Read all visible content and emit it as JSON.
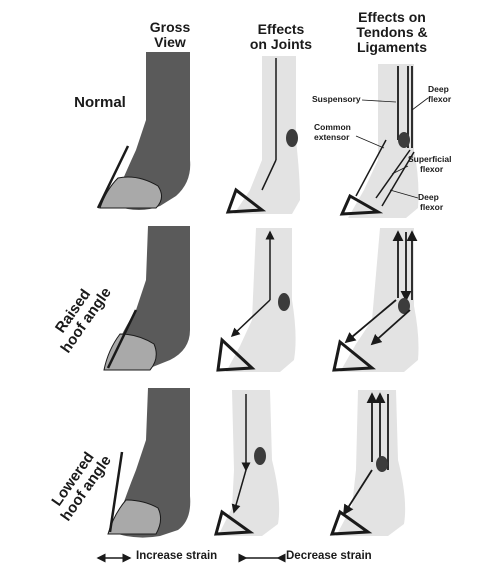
{
  "headers": {
    "gross_view": [
      "Gross",
      "View"
    ],
    "joints": [
      "Effects",
      "on Joints"
    ],
    "tendons": [
      "Effects on",
      "Tendons &",
      "Ligaments"
    ]
  },
  "rows": {
    "normal": "Normal",
    "raised": [
      "Raised",
      "hoof angle"
    ],
    "lowered": [
      "Lowered",
      "hoof angle"
    ]
  },
  "structure_labels": {
    "suspensory": "Suspensory",
    "deep_flexor_top": [
      "Deep",
      "flexor"
    ],
    "common_extensor": [
      "Common",
      "extensor"
    ],
    "superficial_flexor": [
      "Superficial",
      "flexor"
    ],
    "deep_flexor_bottom": [
      "Deep",
      "flexor"
    ]
  },
  "legend": {
    "increase": "Increase strain",
    "decrease": "Decrease strain"
  },
  "colors": {
    "leg_fill": "#5a5a5a",
    "hoof_fill": "#a9a9a9",
    "bone_fill": "#e3e3e3",
    "ink": "#1a1a1a"
  }
}
